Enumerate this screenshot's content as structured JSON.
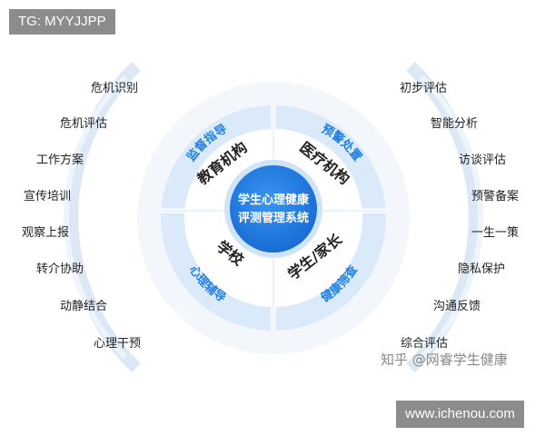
{
  "badges": {
    "top_tag": "TG: MYYJJPP",
    "bottom_tag": "www.ichenou.com",
    "watermark": "知乎 @网睿学生健康"
  },
  "center": {
    "line1": "学生心理健康",
    "line2": "评测管理系统"
  },
  "quadrants": [
    {
      "key": "education",
      "name": "教育机构",
      "arc_label": "监督指导"
    },
    {
      "key": "medical",
      "name": "医疗机构",
      "arc_label": "预警处置"
    },
    {
      "key": "school",
      "name": "学校",
      "arc_label": "心理辅导"
    },
    {
      "key": "student",
      "name": "学生/家长",
      "arc_label": "健康筛查"
    }
  ],
  "left_items": [
    "危机识别",
    "危机评估",
    "工作方案",
    "宣传培训",
    "观察上报",
    "转介协助",
    "动静结合",
    "心理干预"
  ],
  "right_items": [
    "初步评估",
    "智能分析",
    "访谈评估",
    "预警备案",
    "一生一策",
    "隐私保护",
    "沟通反馈",
    "综合评估"
  ],
  "colors": {
    "center_blue": "#1f7fe3",
    "ring_blue": "#2a8ae6",
    "ring_light": "#e3effc",
    "inner_disc": "#f2f7fd",
    "item_text": "#222222",
    "outer_arc": "#dbe8f7"
  }
}
